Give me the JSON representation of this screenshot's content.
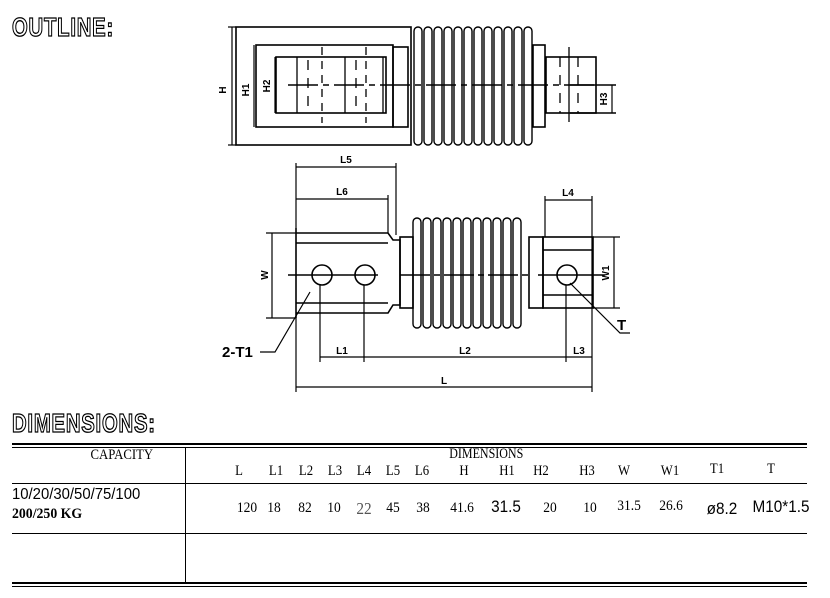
{
  "headings": {
    "outline": "OUTLINE:",
    "dimensions": "DIMENSIONS:"
  },
  "drawing": {
    "top_view_labels": {
      "H": "H",
      "H1": "H1",
      "H2": "H2",
      "H3": "H3"
    },
    "side_view_labels": {
      "L": "L",
      "L1": "L1",
      "L2": "L2",
      "L3": "L3",
      "L4": "L4",
      "L5": "L5",
      "L6": "L6",
      "W": "W",
      "W1": "W1",
      "T": "T",
      "T1": "2-T1"
    }
  },
  "table": {
    "capacity_header": "CAPACITY",
    "dimensions_header": "DIMENSIONS",
    "columns": [
      "L",
      "L1",
      "L2",
      "L3",
      "L4",
      "L5",
      "L6",
      "H",
      "H1",
      "H2",
      "H3",
      "W",
      "W1",
      "T1",
      "T"
    ],
    "rows": [
      {
        "capacity_line1": "10/20/30/50/75/100",
        "capacity_line2": "200/250 KG",
        "values": [
          "120",
          "18",
          "82",
          "10",
          "22",
          "45",
          "38",
          "41.6",
          "31.5",
          "20",
          "10",
          "31.5",
          "26.6",
          "ø8.2",
          "M10*1.5"
        ]
      }
    ]
  }
}
